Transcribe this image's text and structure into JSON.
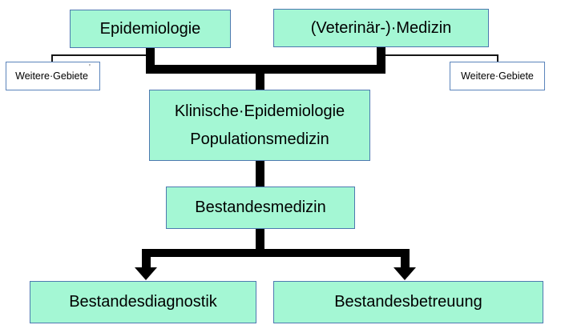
{
  "palette": {
    "background": "#ffffff",
    "node_fill": "#a4f7d4",
    "node_border": "#4d79b0",
    "side_node_fill": "#ffffff",
    "side_node_border": "#5b84bb",
    "connector_color": "#000000",
    "text_color": "#000000"
  },
  "diagram": {
    "type": "flowchart",
    "nodes": {
      "epidemiologie": "Epidemiologie",
      "veterinaer_medizin": "(Veterinär-)·Medizin",
      "weitere_gebiete_left": "Weitere·Gebiete",
      "weitere_gebiete_left_mark": "'",
      "weitere_gebiete_right": "Weitere·Gebiete",
      "klinische_line1": "Klinische·Epidemiologie",
      "klinische_line2": "Populationsmedizin",
      "bestandesmedizin": "Bestandesmedizin",
      "bestandesdiagnostik": "Bestandesdiagnostik",
      "bestandesbetreuung": "Bestandesbetreuung"
    },
    "edges": [
      {
        "from": "epidemiologie",
        "to": "klinische_epidemiologie_populationsmedizin",
        "style": "thick"
      },
      {
        "from": "veterinaer_medizin",
        "to": "klinische_epidemiologie_populationsmedizin",
        "style": "thick"
      },
      {
        "from": "epidemiologie",
        "to": "weitere_gebiete_left",
        "style": "thin"
      },
      {
        "from": "veterinaer_medizin",
        "to": "weitere_gebiete_right",
        "style": "thin"
      },
      {
        "from": "klinische_epidemiologie_populationsmedizin",
        "to": "bestandesmedizin",
        "style": "thick"
      },
      {
        "from": "bestandesmedizin",
        "to": "bestandesdiagnostik",
        "style": "thick-arrow"
      },
      {
        "from": "bestandesmedizin",
        "to": "bestandesbetreuung",
        "style": "thick-arrow"
      }
    ]
  }
}
